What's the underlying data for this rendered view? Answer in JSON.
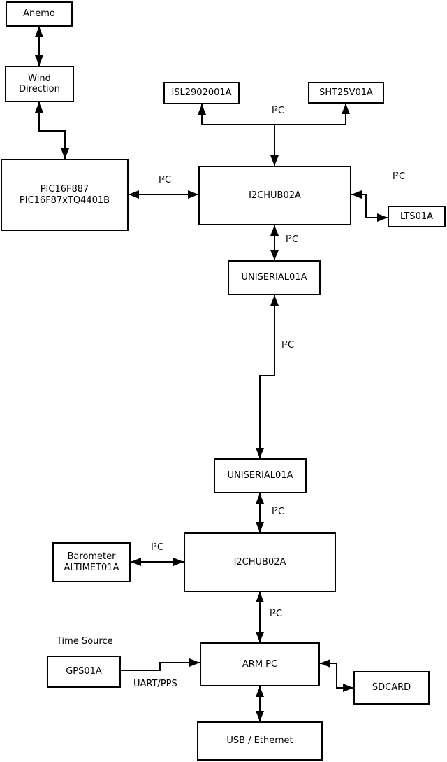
{
  "boxes": {
    "anemo": {
      "label": "Anemo"
    },
    "wind_direction": {
      "label": "Wind\nDirection"
    },
    "pic": {
      "label": "PIC16F887\nPIC16F87xTQ4401B"
    },
    "isl": {
      "label": "ISL2902001A"
    },
    "sht": {
      "label": "SHT25V01A"
    },
    "i2chub_upper": {
      "label": "I2CHUB02A"
    },
    "lts": {
      "label": "LTS01A"
    },
    "uniserial_upper": {
      "label": "UNISERIAL01A"
    },
    "uniserial_lower": {
      "label": "UNISERIAL01A"
    },
    "i2chub_lower": {
      "label": "I2CHUB02A"
    },
    "barometer": {
      "label": "Barometer\nALTIMET01A"
    },
    "gps": {
      "label": "GPS01A"
    },
    "arm_pc": {
      "label": "ARM PC"
    },
    "sdcard": {
      "label": "SDCARD"
    },
    "usb_ethernet": {
      "label": "USB / Ethernet"
    }
  },
  "edge_labels": {
    "i2c_pic_hub": "I²C",
    "i2c_sensor_bus": "I²C",
    "i2c_lts": "I²C",
    "i2c_hub_uniserial": "I²C",
    "i2c_long_link": "I²C",
    "i2c_uniserial_hub2": "I²C",
    "i2c_barometer": "I²C",
    "i2c_hub2_armpc": "I²C",
    "time_source": "Time Source",
    "uart_pps": "UART/PPS"
  },
  "connections": [
    {
      "from": "Anemo",
      "to": "Wind Direction",
      "bidirectional": true,
      "label": ""
    },
    {
      "from": "Wind Direction",
      "to": "PIC16F887 PIC16F87xTQ4401B",
      "bidirectional": true,
      "label": ""
    },
    {
      "from": "PIC16F887 PIC16F87xTQ4401B",
      "to": "I2CHUB02A (upper)",
      "bidirectional": true,
      "label": "I²C"
    },
    {
      "from": "I2CHUB02A (upper)",
      "to": "ISL2902001A",
      "bidirectional": false,
      "label": "I²C"
    },
    {
      "from": "I2CHUB02A (upper)",
      "to": "SHT25V01A",
      "bidirectional": false,
      "label": "I²C"
    },
    {
      "from": "I2CHUB02A (upper)",
      "to": "LTS01A",
      "bidirectional": true,
      "label": "I²C"
    },
    {
      "from": "I2CHUB02A (upper)",
      "to": "UNISERIAL01A (upper)",
      "bidirectional": true,
      "label": "I²C"
    },
    {
      "from": "UNISERIAL01A (upper)",
      "to": "UNISERIAL01A (lower)",
      "bidirectional": true,
      "label": "I²C"
    },
    {
      "from": "UNISERIAL01A (lower)",
      "to": "I2CHUB02A (lower)",
      "bidirectional": true,
      "label": "I²C"
    },
    {
      "from": "Barometer ALTIMET01A",
      "to": "I2CHUB02A (lower)",
      "bidirectional": true,
      "label": "I²C"
    },
    {
      "from": "I2CHUB02A (lower)",
      "to": "ARM PC",
      "bidirectional": true,
      "label": "I²C"
    },
    {
      "from": "GPS01A",
      "to": "ARM PC",
      "bidirectional": false,
      "label": "UART/PPS"
    },
    {
      "from": "ARM PC",
      "to": "SDCARD",
      "bidirectional": true,
      "label": ""
    },
    {
      "from": "ARM PC",
      "to": "USB / Ethernet",
      "bidirectional": true,
      "label": ""
    }
  ],
  "colors": {
    "background": "#ffffff",
    "line": "#000000",
    "box_border": "#000000",
    "text": "#000000"
  }
}
